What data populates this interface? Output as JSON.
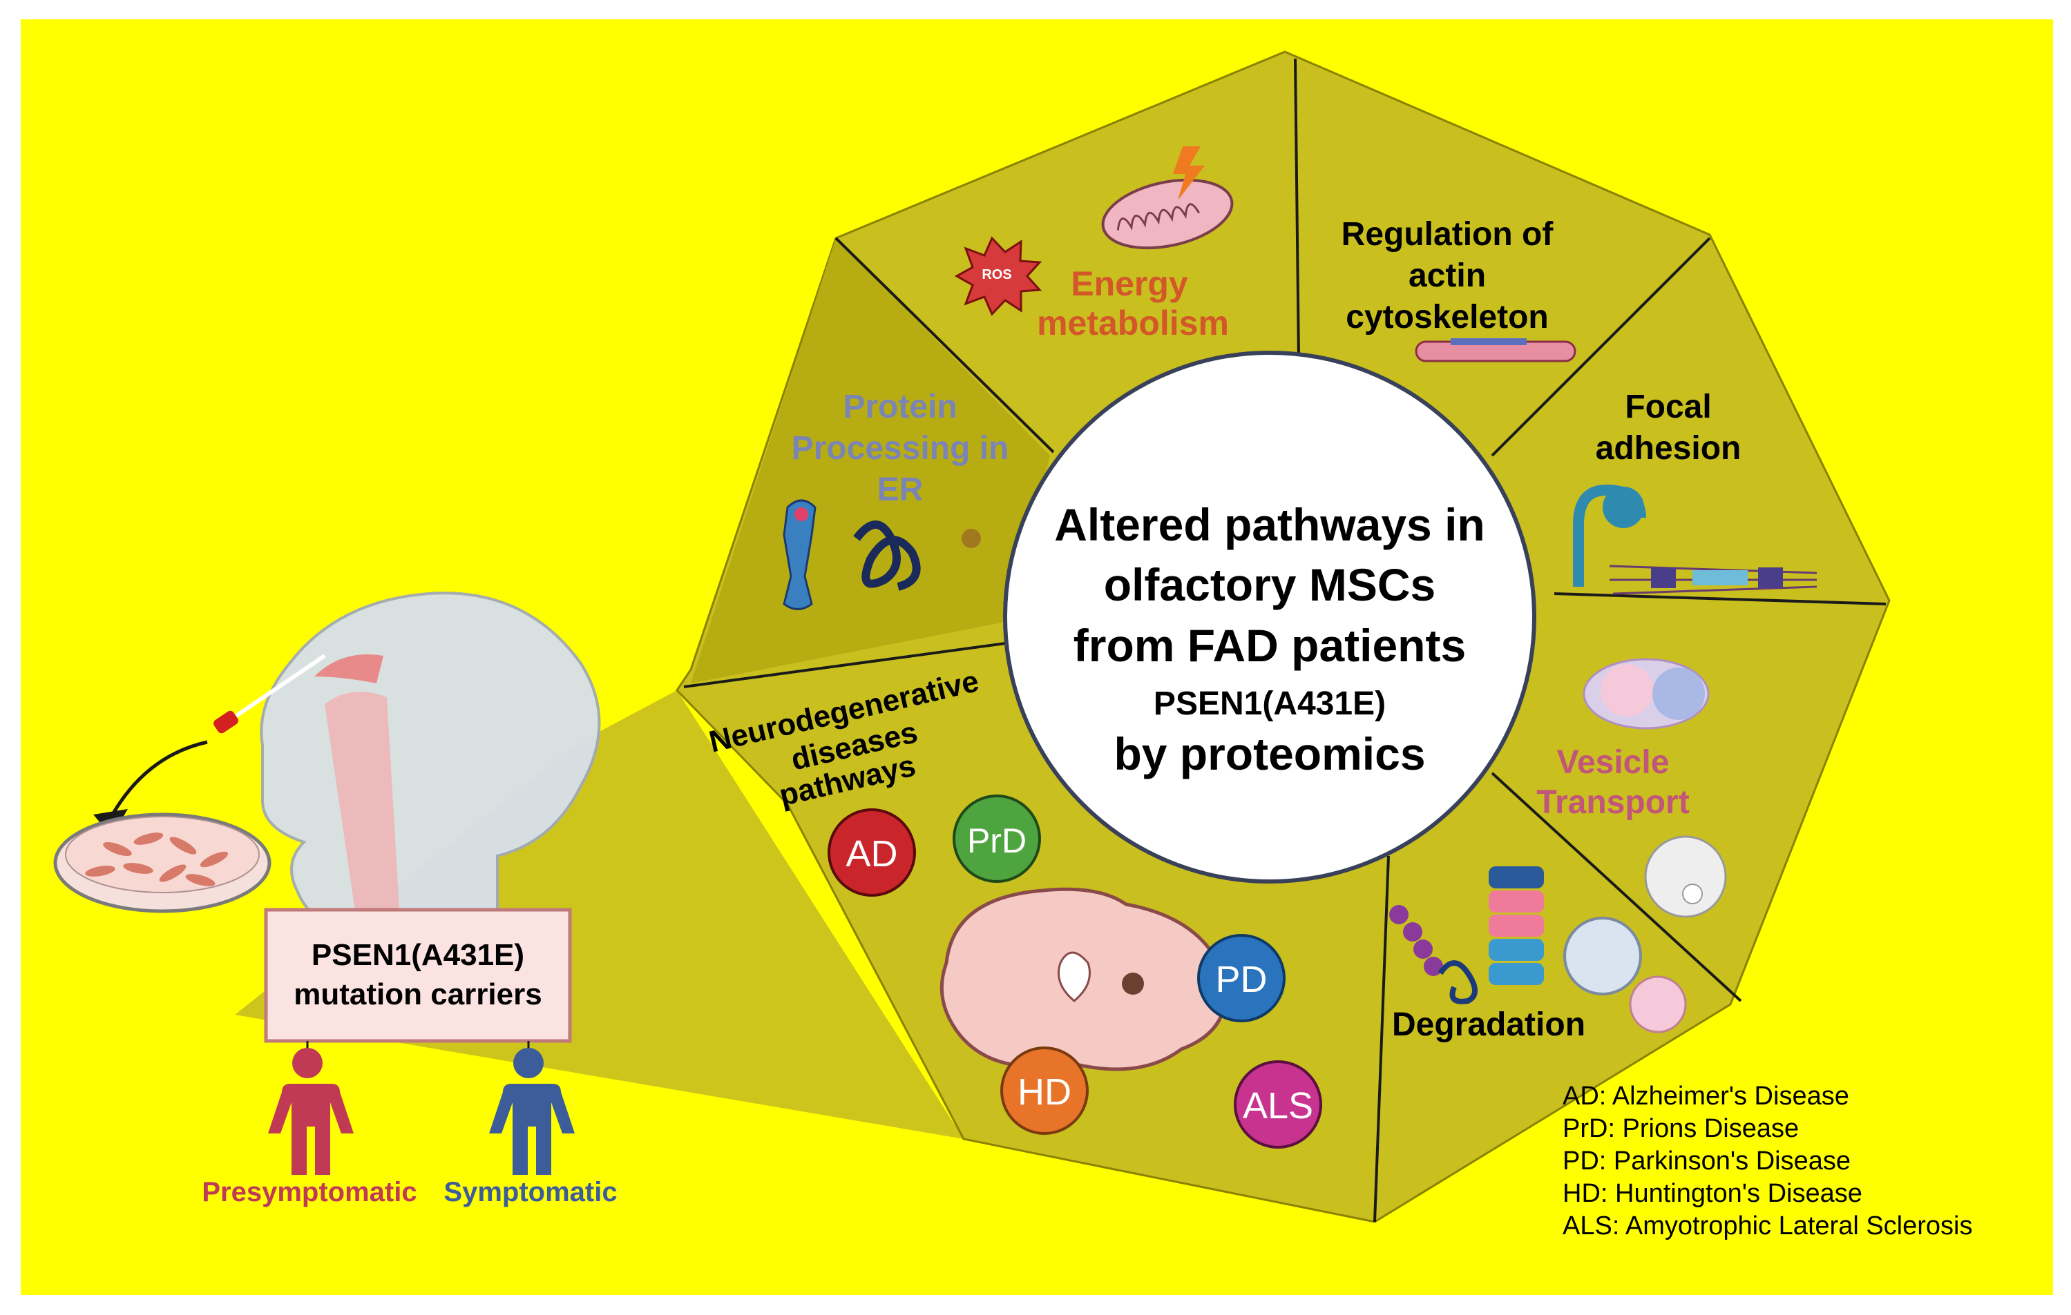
{
  "colors": {
    "background": "#ffff00",
    "panel": "#c9bf1f",
    "panel_dark": "#b7ad12",
    "center_circle": "#ffffff",
    "energy_text": "#d4572a",
    "protein_text": "#7a85b6",
    "vesicle_text": "#c2557a",
    "ad": "#c9252b",
    "prd": "#4ea43f",
    "pd": "#2a73bd",
    "hd": "#e8742a",
    "als": "#c8338f",
    "presymptomatic": "#c03a56",
    "symptomatic": "#3d5c9a"
  },
  "center": {
    "line1": "Altered pathways in",
    "line2": "olfactory MSCs",
    "line3": "from FAD patients",
    "line4": "PSEN1(A431E)",
    "line5": "by proteomics"
  },
  "segments": {
    "energy": [
      "Energy",
      "metabolism"
    ],
    "ros": "ROS",
    "cytoskeleton": [
      "Regulation of",
      "actin",
      "cytoskeleton"
    ],
    "focal": [
      "Focal",
      "adhesion"
    ],
    "vesicle": [
      "Vesicle",
      "Transport"
    ],
    "degradation": "Degradation",
    "protein": [
      "Protein",
      "Processing in",
      "ER"
    ],
    "neuro": [
      "Neurodegenerative",
      "diseases",
      "pathways"
    ]
  },
  "diseases": {
    "ad": "AD",
    "prd": "PrD",
    "pd": "PD",
    "hd": "HD",
    "als": "ALS"
  },
  "carriers": {
    "line1": "PSEN1(A431E)",
    "line2": "mutation carriers",
    "presymptomatic": "Presymptomatic",
    "symptomatic": "Symptomatic"
  },
  "legend": [
    "AD: Alzheimer's Disease",
    "PrD: Prions Disease",
    "PD: Parkinson's Disease",
    "HD: Huntington's Disease",
    "ALS: Amyotrophic Lateral Sclerosis"
  ]
}
